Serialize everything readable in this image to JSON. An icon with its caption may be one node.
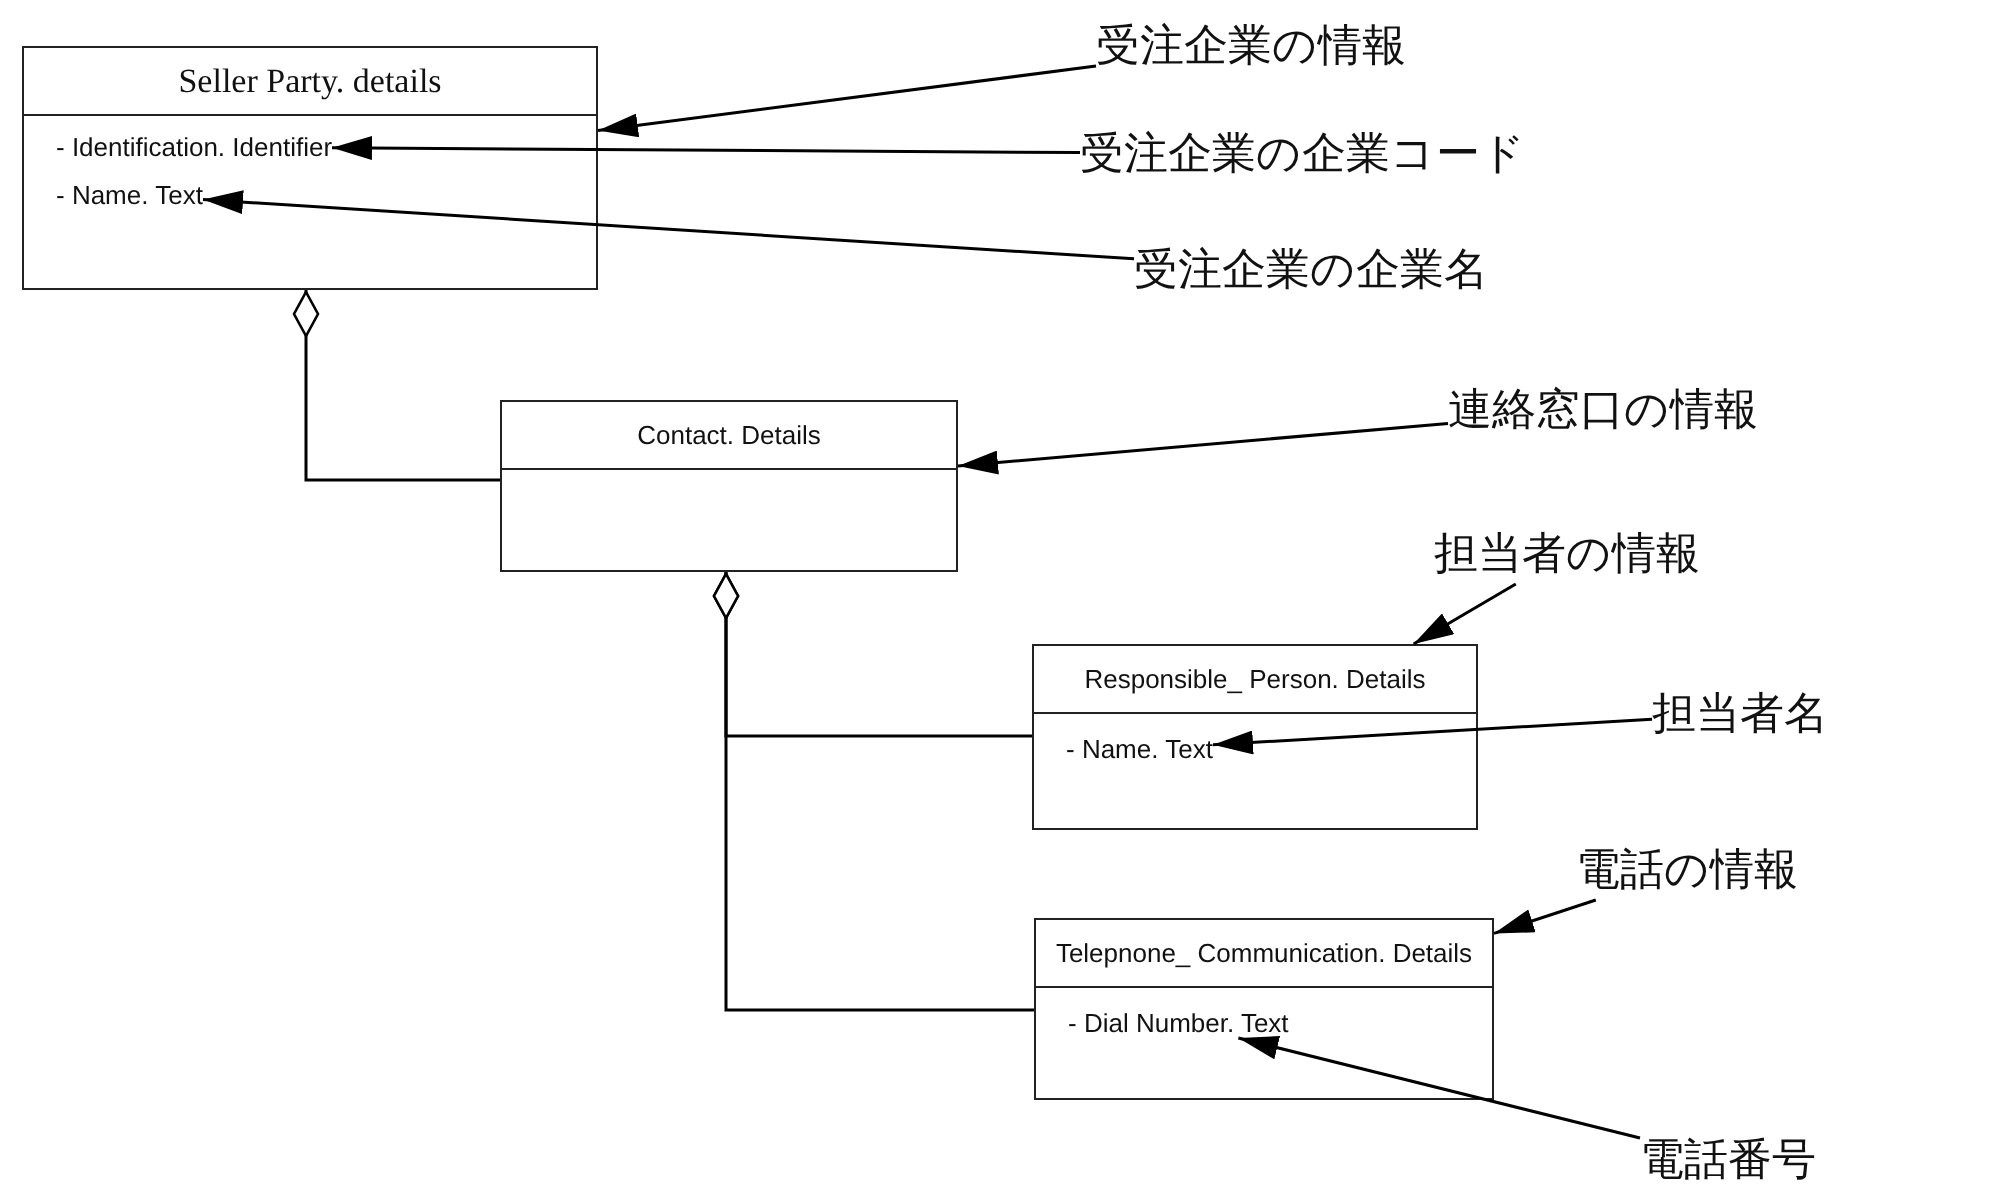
{
  "diagram": {
    "nodes": [
      {
        "text": [
          "Seller  Party. details"
        ]
      },
      {
        "text": [
          "- Identification. Identifier"
        ],
        "in": 0
      },
      {
        "text": [
          "- Name. Text"
        ],
        "in": 0
      },
      {
        "text": [
          "Contact. Details"
        ]
      },
      {
        "text": [
          "Responsible_ Person. Details"
        ]
      },
      {
        "text": [
          "- Name. Text"
        ],
        "in": 4
      },
      {
        "text": [
          "Telepnone_ Communication. Details"
        ]
      },
      {
        "text": [
          "- Dial Number. Text"
        ],
        "in": 6
      },
      {
        "text": [
          "受注企業の情報"
        ]
      },
      {
        "text": [
          "受注企業の企業コード"
        ]
      },
      {
        "text": [
          "受注企業の企業名"
        ]
      },
      {
        "text": [
          "連絡窓口の情報"
        ]
      },
      {
        "text": [
          "担当者の情報"
        ]
      },
      {
        "text": [
          "担当者名"
        ]
      },
      {
        "text": [
          "電話の情報"
        ]
      },
      {
        "text": [
          "電話番号"
        ]
      }
    ],
    "edges": [
      {
        "from": 3,
        "to": 0,
        "arrow": "other"
      },
      {
        "from": 4,
        "to": 3,
        "arrow": "other"
      },
      {
        "from": 6,
        "to": 3,
        "arrow": "other"
      },
      {
        "from": 8,
        "to": 0,
        "arrow": "to"
      },
      {
        "from": 9,
        "to": 1,
        "arrow": "to"
      },
      {
        "from": 10,
        "to": 2,
        "arrow": "to"
      },
      {
        "from": 11,
        "to": 3,
        "arrow": "to"
      },
      {
        "from": 12,
        "to": 4,
        "arrow": "to"
      },
      {
        "from": 13,
        "to": 5,
        "arrow": "to"
      },
      {
        "from": 14,
        "to": 6,
        "arrow": "to"
      },
      {
        "from": 15,
        "to": 7,
        "arrow": "to"
      }
    ]
  }
}
